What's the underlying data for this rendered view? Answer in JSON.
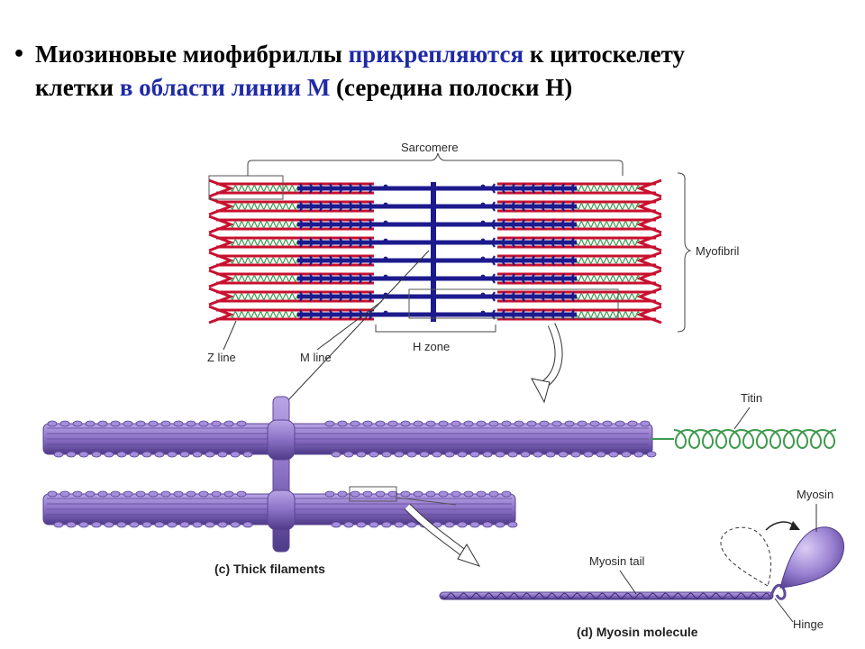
{
  "slide": {
    "bullet": "•",
    "line1_a": "Миозиновые миофибриллы ",
    "line1_b": "прикрепляются",
    "line1_c": " к цитоскелету",
    "line2_a": "клетки ",
    "line2_b": "в области линии М",
    "line2_c": " (середина полоски Н)"
  },
  "labels": {
    "sarcomere": "Sarcomere",
    "myofibril": "Myofibril",
    "z_line": "Z line",
    "m_line": "M line",
    "h_zone": "H zone",
    "titin": "Titin",
    "myosin": "Myosin",
    "myosin_tail": "Myosin tail",
    "hinge": "Hinge",
    "caption_c": "(c) Thick filaments",
    "caption_d": "(d) Myosin molecule"
  },
  "colors": {
    "highlight_text": "#1f2aa6",
    "actin": "#c8102e",
    "myosin_dark": "#1c1a8c",
    "titin": "#3f9a4f",
    "thick_filament": "#8a70c4",
    "thick_filament_dark": "#5b4496"
  }
}
